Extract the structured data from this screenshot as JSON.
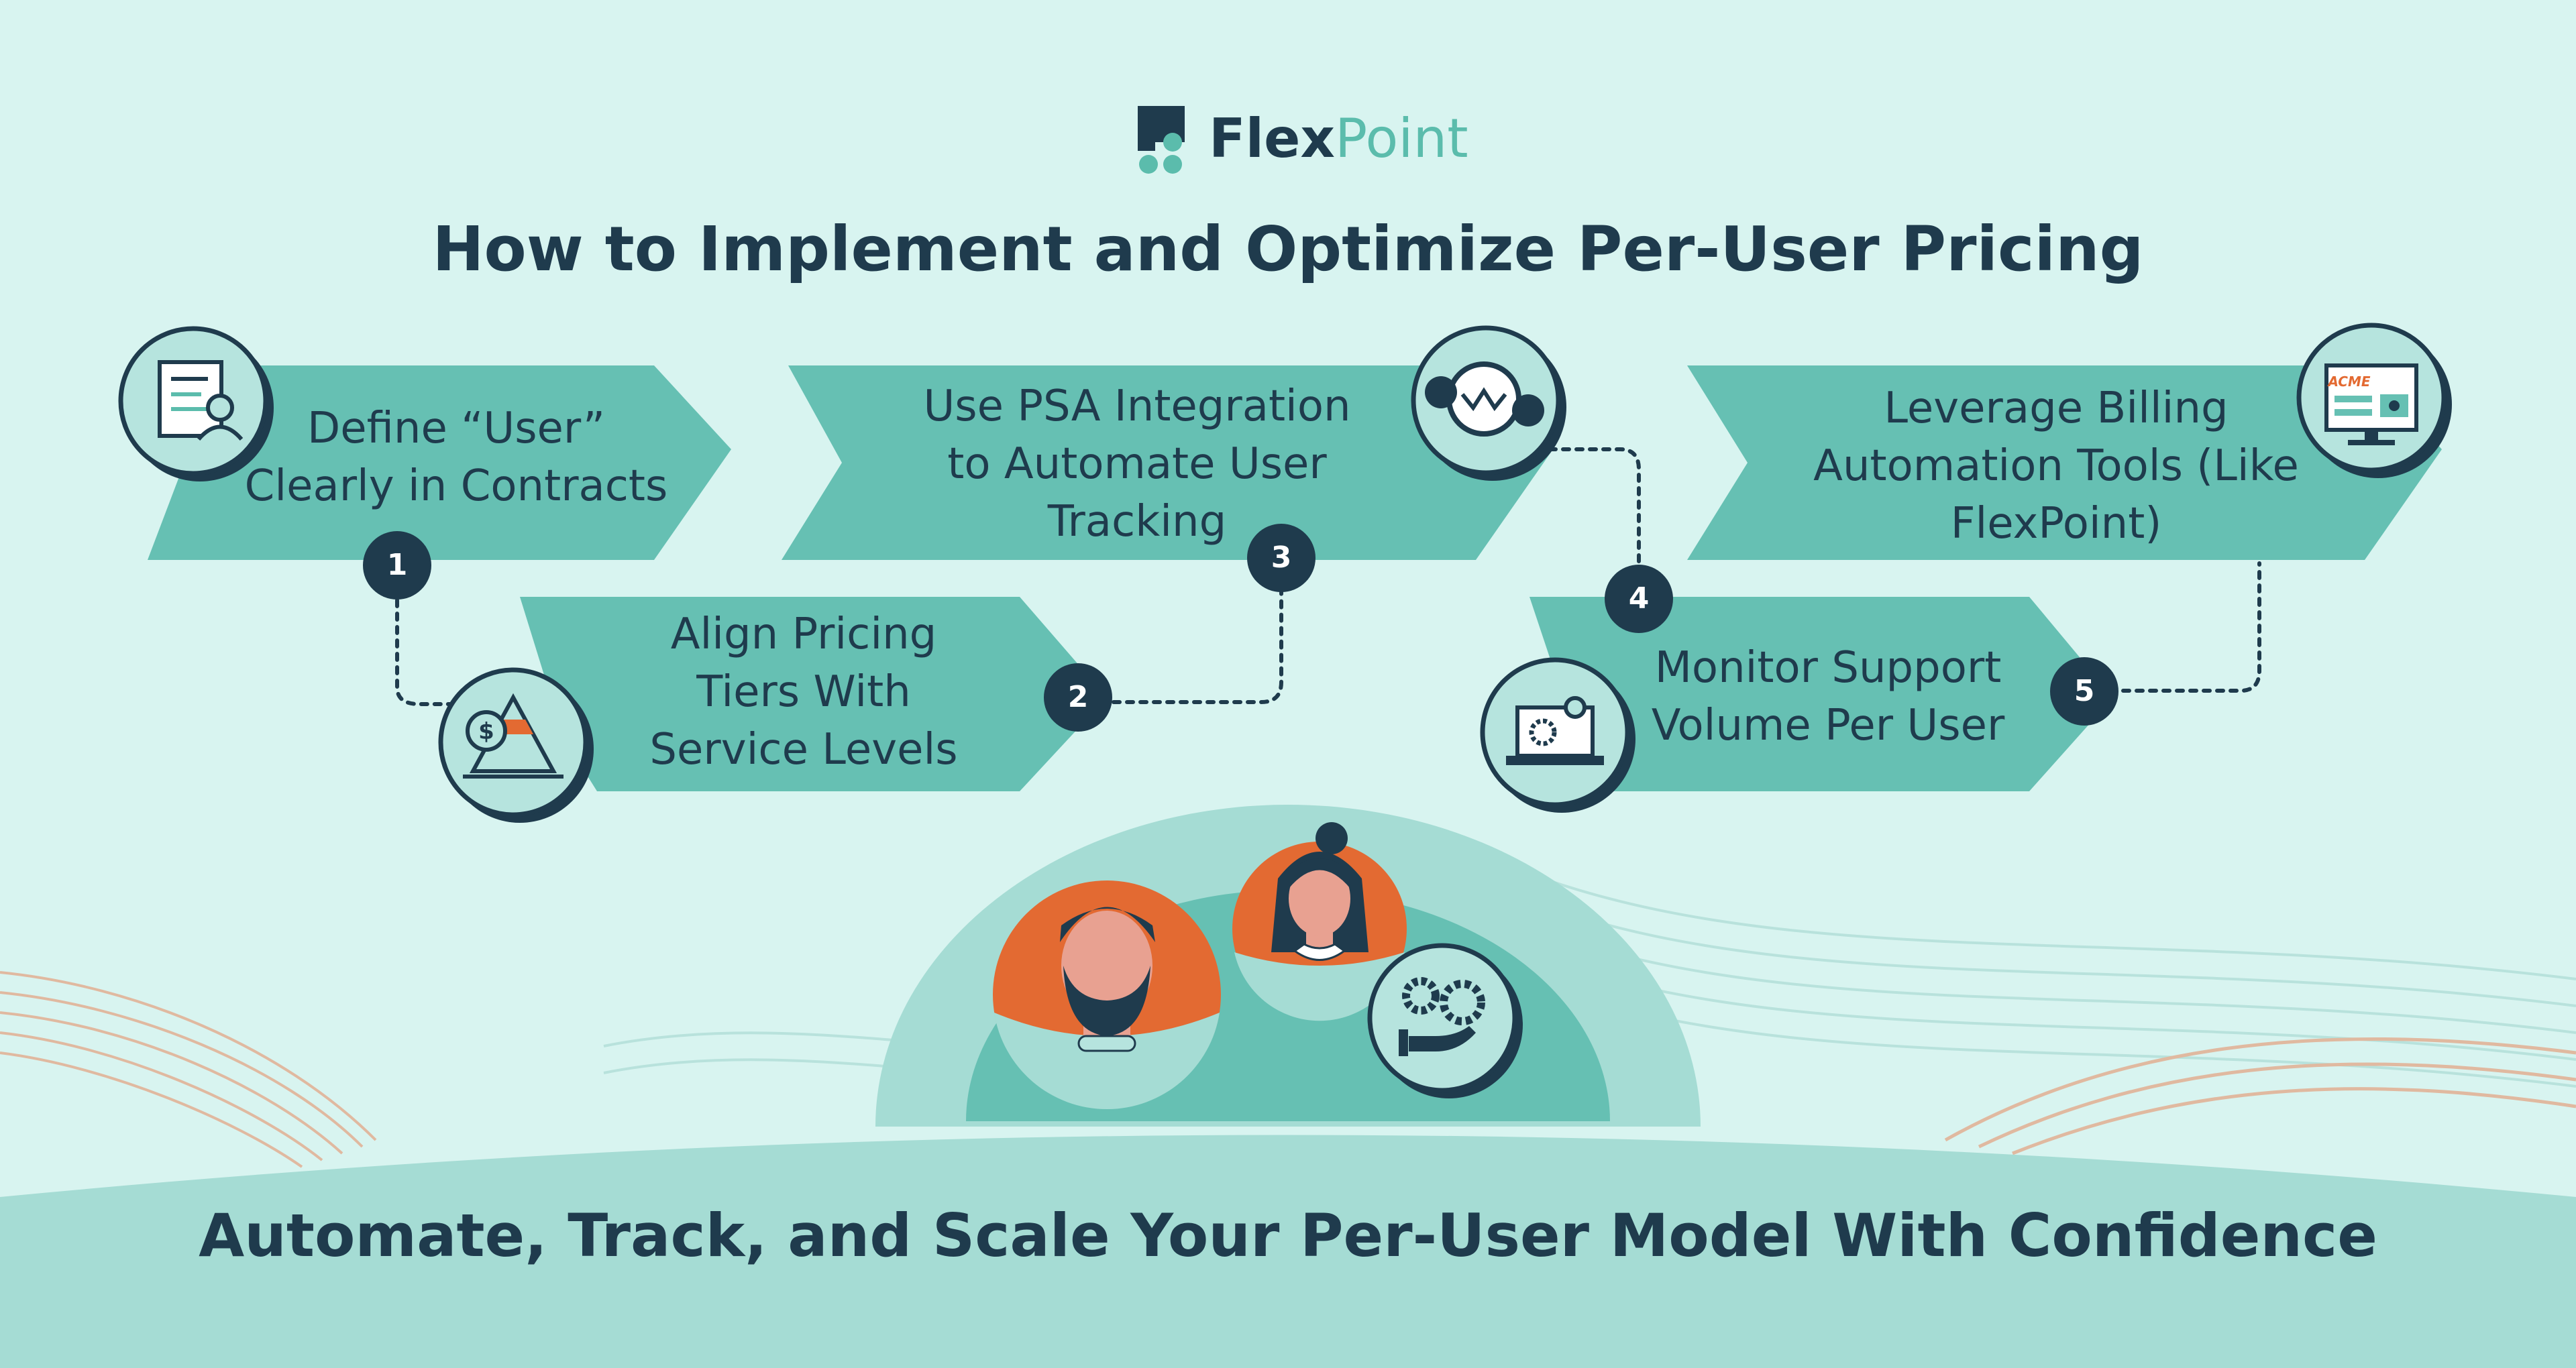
{
  "logo": {
    "part1": "Flex",
    "part2": "Point",
    "icon": "flexpoint-logo-icon"
  },
  "title": "How to Implement and Optimize Per-User Pricing",
  "tagline": "Automate, Track, and Scale Your Per-User Model With Confidence",
  "steps": [
    {
      "number": "1",
      "lines": [
        "Define “User”",
        "Clearly in Contracts"
      ],
      "icon": "contract-user-icon"
    },
    {
      "number": "2",
      "lines": [
        "Align Pricing",
        "Tiers With",
        "Service Levels"
      ],
      "icon": "pricing-tiers-icon"
    },
    {
      "number": "3",
      "lines": [
        "Use PSA Integration",
        "to Automate User",
        "Tracking"
      ],
      "icon": "integration-gears-icon"
    },
    {
      "number": "4",
      "lines": [
        "Monitor Support",
        "Volume Per User"
      ],
      "icon": "laptop-settings-icon"
    },
    {
      "number": "5",
      "lines": [
        "Leverage Billing",
        "Automation Tools (Like",
        "FlexPoint)"
      ],
      "icon": "billing-monitor-icon"
    }
  ],
  "screen_label": "ACME",
  "colors": {
    "background": "#d8f4f0",
    "banner": "#66c0b3",
    "dark": "#1f3b4d",
    "accent_orange": "#e36a32",
    "mound": "#a5dcd4"
  }
}
